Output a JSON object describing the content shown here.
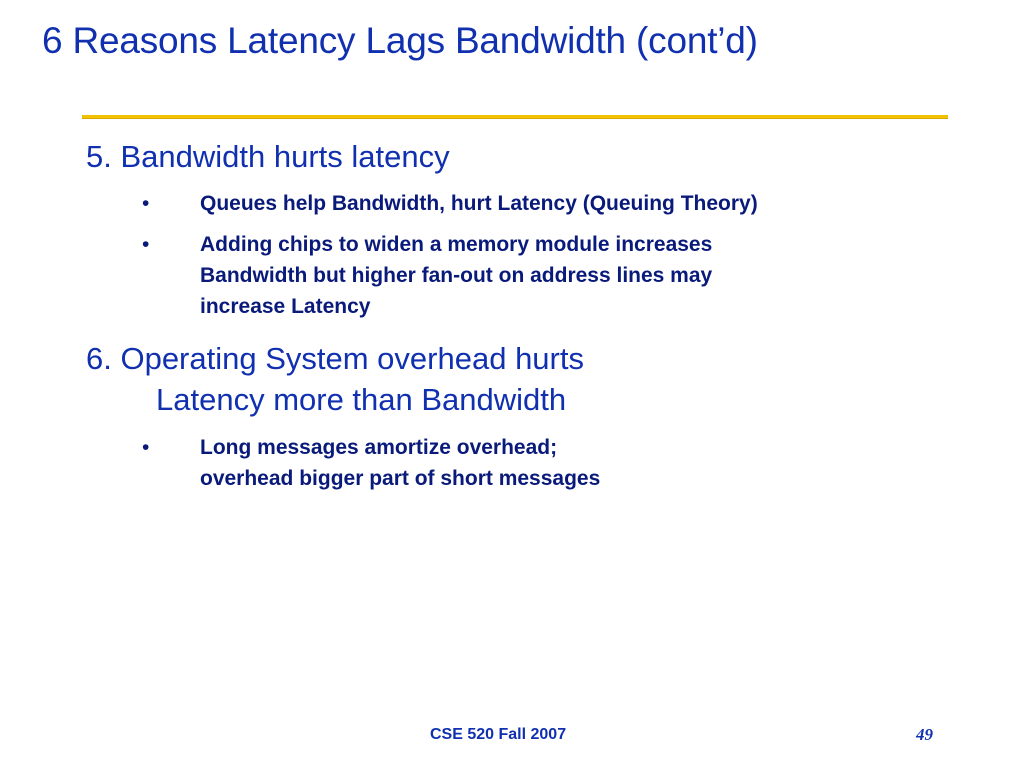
{
  "slide": {
    "title": "6 Reasons Latency Lags Bandwidth (cont’d)",
    "point5": {
      "heading": "5. Bandwidth hurts latency",
      "bullets": [
        "Queues help Bandwidth, hurt Latency (Queuing Theory)",
        "Adding chips to widen a memory module increases\nBandwidth but higher fan-out on address lines may\nincrease Latency"
      ]
    },
    "point6": {
      "heading_line1": "6. Operating System overhead hurts",
      "heading_line2": "Latency more than Bandwidth",
      "bullets": [
        "Long messages amortize overhead;\noverhead bigger part of short messages"
      ]
    },
    "bullet_symbol": "•",
    "footer": "CSE 520 Fall 2007",
    "page_number": "49"
  },
  "colors": {
    "title": "#1030b0",
    "body": "#0a1a7a",
    "rule": "#f2c200"
  }
}
